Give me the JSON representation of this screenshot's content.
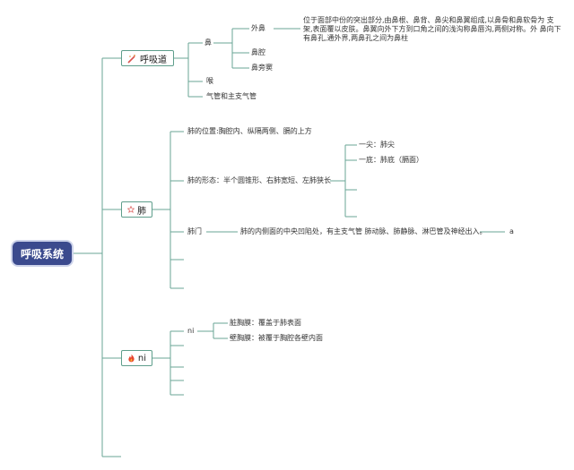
{
  "root": {
    "label": "呼吸系统"
  },
  "colors": {
    "line": "#6aa595",
    "root_bg": "#3b4a8e"
  },
  "branches": {
    "respiratory_tract": {
      "label": "呼吸道",
      "icon": "wand-icon",
      "nose": {
        "label": "鼻",
        "external_nose": "外鼻",
        "external_nose_desc": "位于面部中份的突出部分,由鼻根、鼻背、鼻尖和鼻翼组成,以鼻骨和鼻软骨为 支架,表面覆以皮肤。鼻翼向外下方到口角之间的浅沟称鼻唇沟,两侧对称。外 鼻向下有鼻孔,通外界,两鼻孔之间为鼻柱",
        "nasal_cavity": "鼻腔",
        "paranasal_sinus": "鼻旁窦"
      },
      "larynx": "喉",
      "trachea": "气管和主支气管"
    },
    "lung": {
      "label": "肺",
      "icon": "star-icon",
      "position": "肺的位置:胸腔内、纵隔两侧、膈的上方",
      "shape": "肺的形态：半个圆锥形、右肺宽短、左肺狭长",
      "apex": "一尖：肺尖",
      "base": "一底：肺底（膈面）",
      "hilum": "肺门",
      "hilum_desc": "肺的内侧面的中央凹陷处，有主支气管 肺动脉、肺静脉、淋巴管及神经出入。",
      "hilum_extra": "a"
    },
    "pleura": {
      "label": "ni",
      "icon": "fire-icon",
      "sub": "ni",
      "visceral": "脏胸膜：覆盖于肺表面",
      "parietal": "壁胸膜：被覆于胸腔各壁内面"
    }
  }
}
